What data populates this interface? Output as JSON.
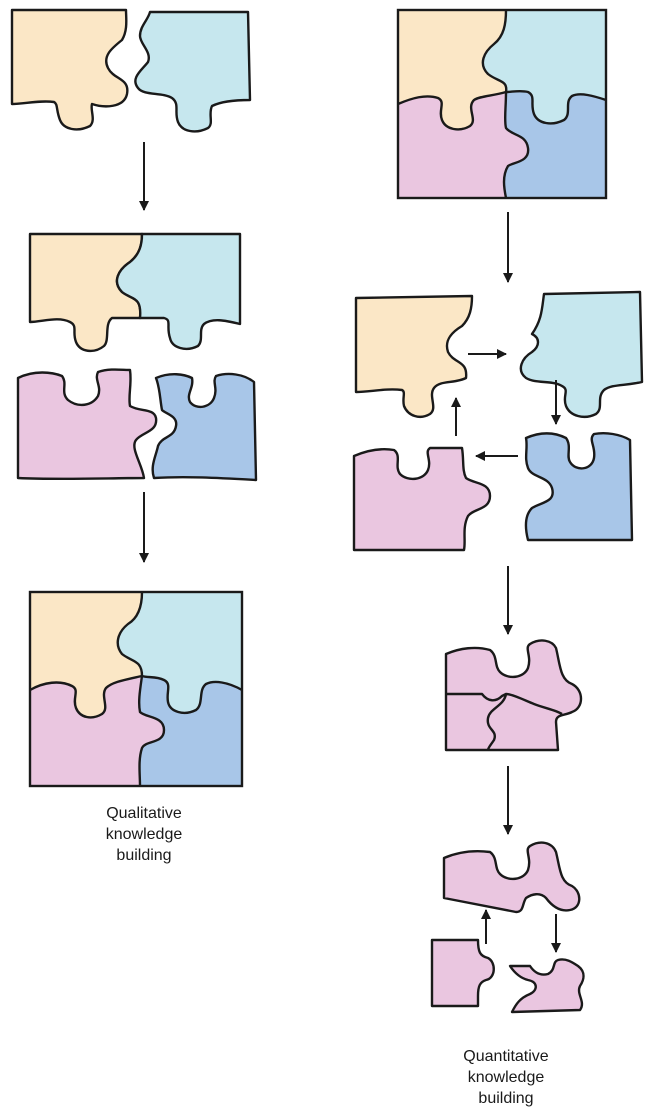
{
  "colors": {
    "yellow": "#fbe7c6",
    "cyan": "#c6e7ee",
    "pink": "#eac6e0",
    "blue": "#a8c6e8",
    "outline": "#1a1a1a"
  },
  "left_column": {
    "caption": [
      "Qualitative",
      "knowledge",
      "building"
    ]
  },
  "right_column": {
    "caption": [
      "Quantitative",
      "knowledge",
      "building"
    ]
  }
}
